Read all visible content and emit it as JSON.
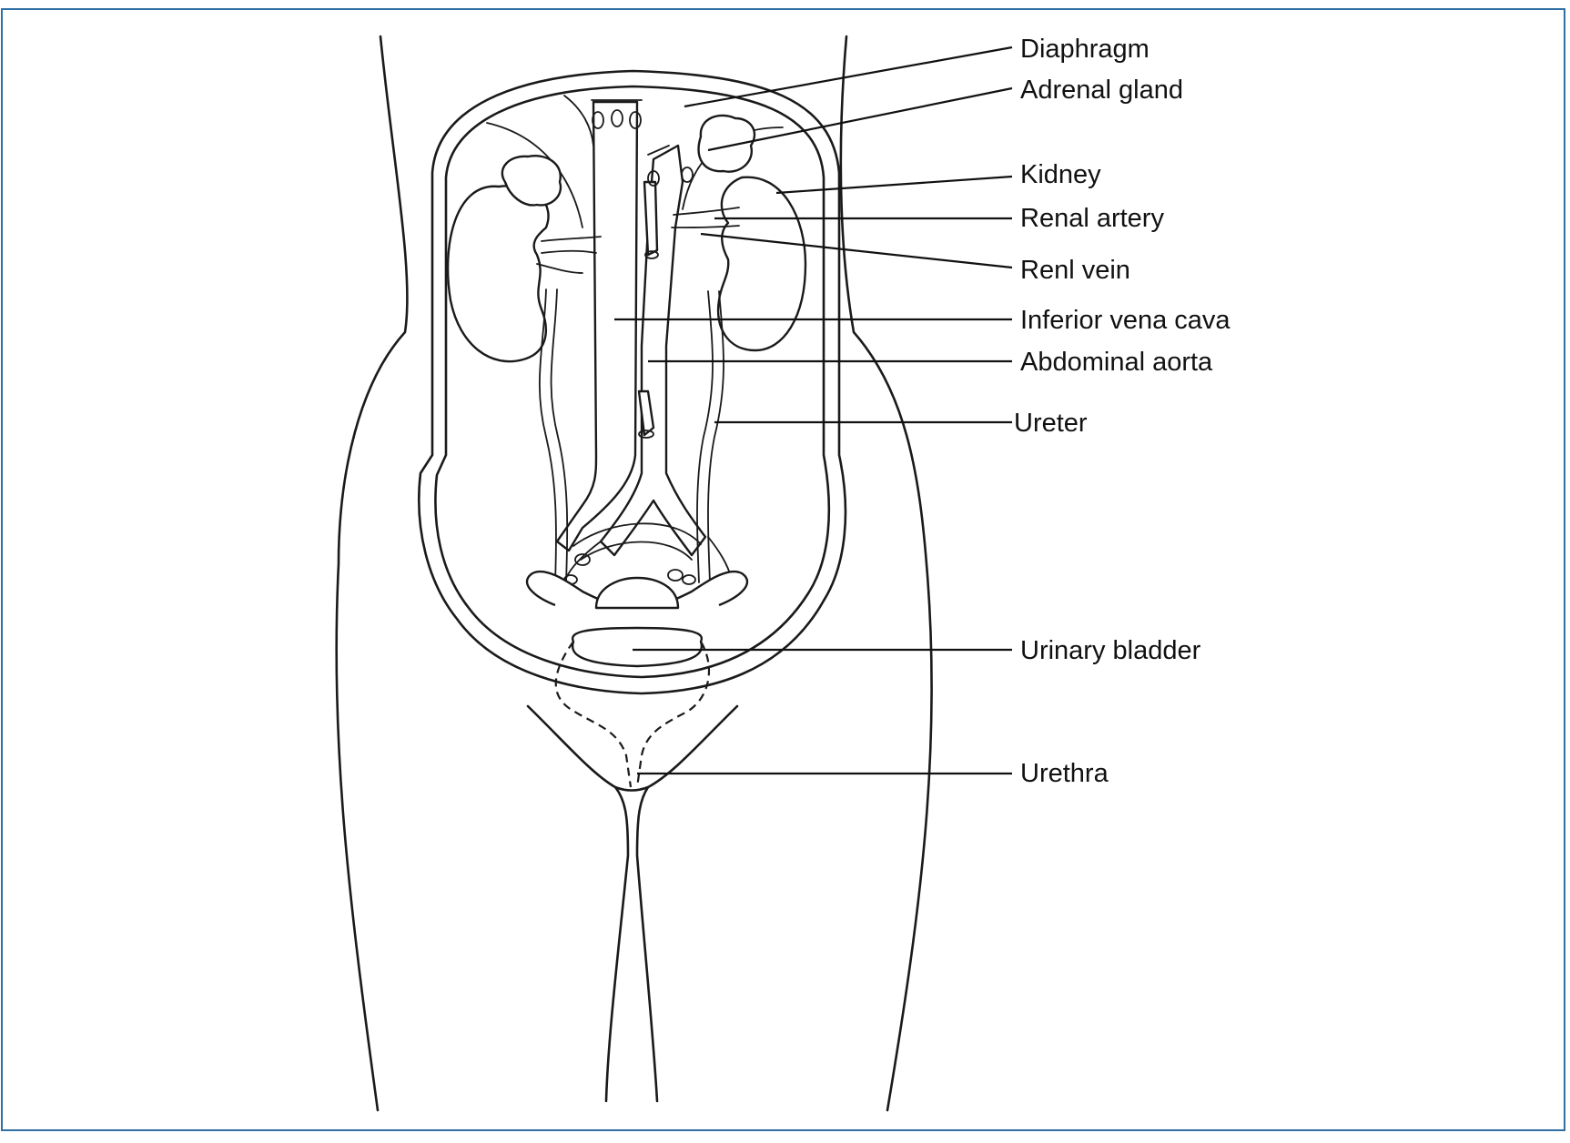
{
  "labels": {
    "diaphragm": "Diaphragm",
    "adrenal_gland": "Adrenal gland",
    "kidney": "Kidney",
    "renal_artery": "Renal artery",
    "renal_vein": "Renl vein",
    "inferior_vena_cava": "Inferior vena cava",
    "abdominal_aorta": "Abdominal aorta",
    "ureter": "Ureter",
    "urinary_bladder": "Urinary bladder",
    "urethra": "Urethra"
  },
  "colors": {
    "frame_border": "#2f6fa3",
    "ink": "#1a1a1a"
  }
}
